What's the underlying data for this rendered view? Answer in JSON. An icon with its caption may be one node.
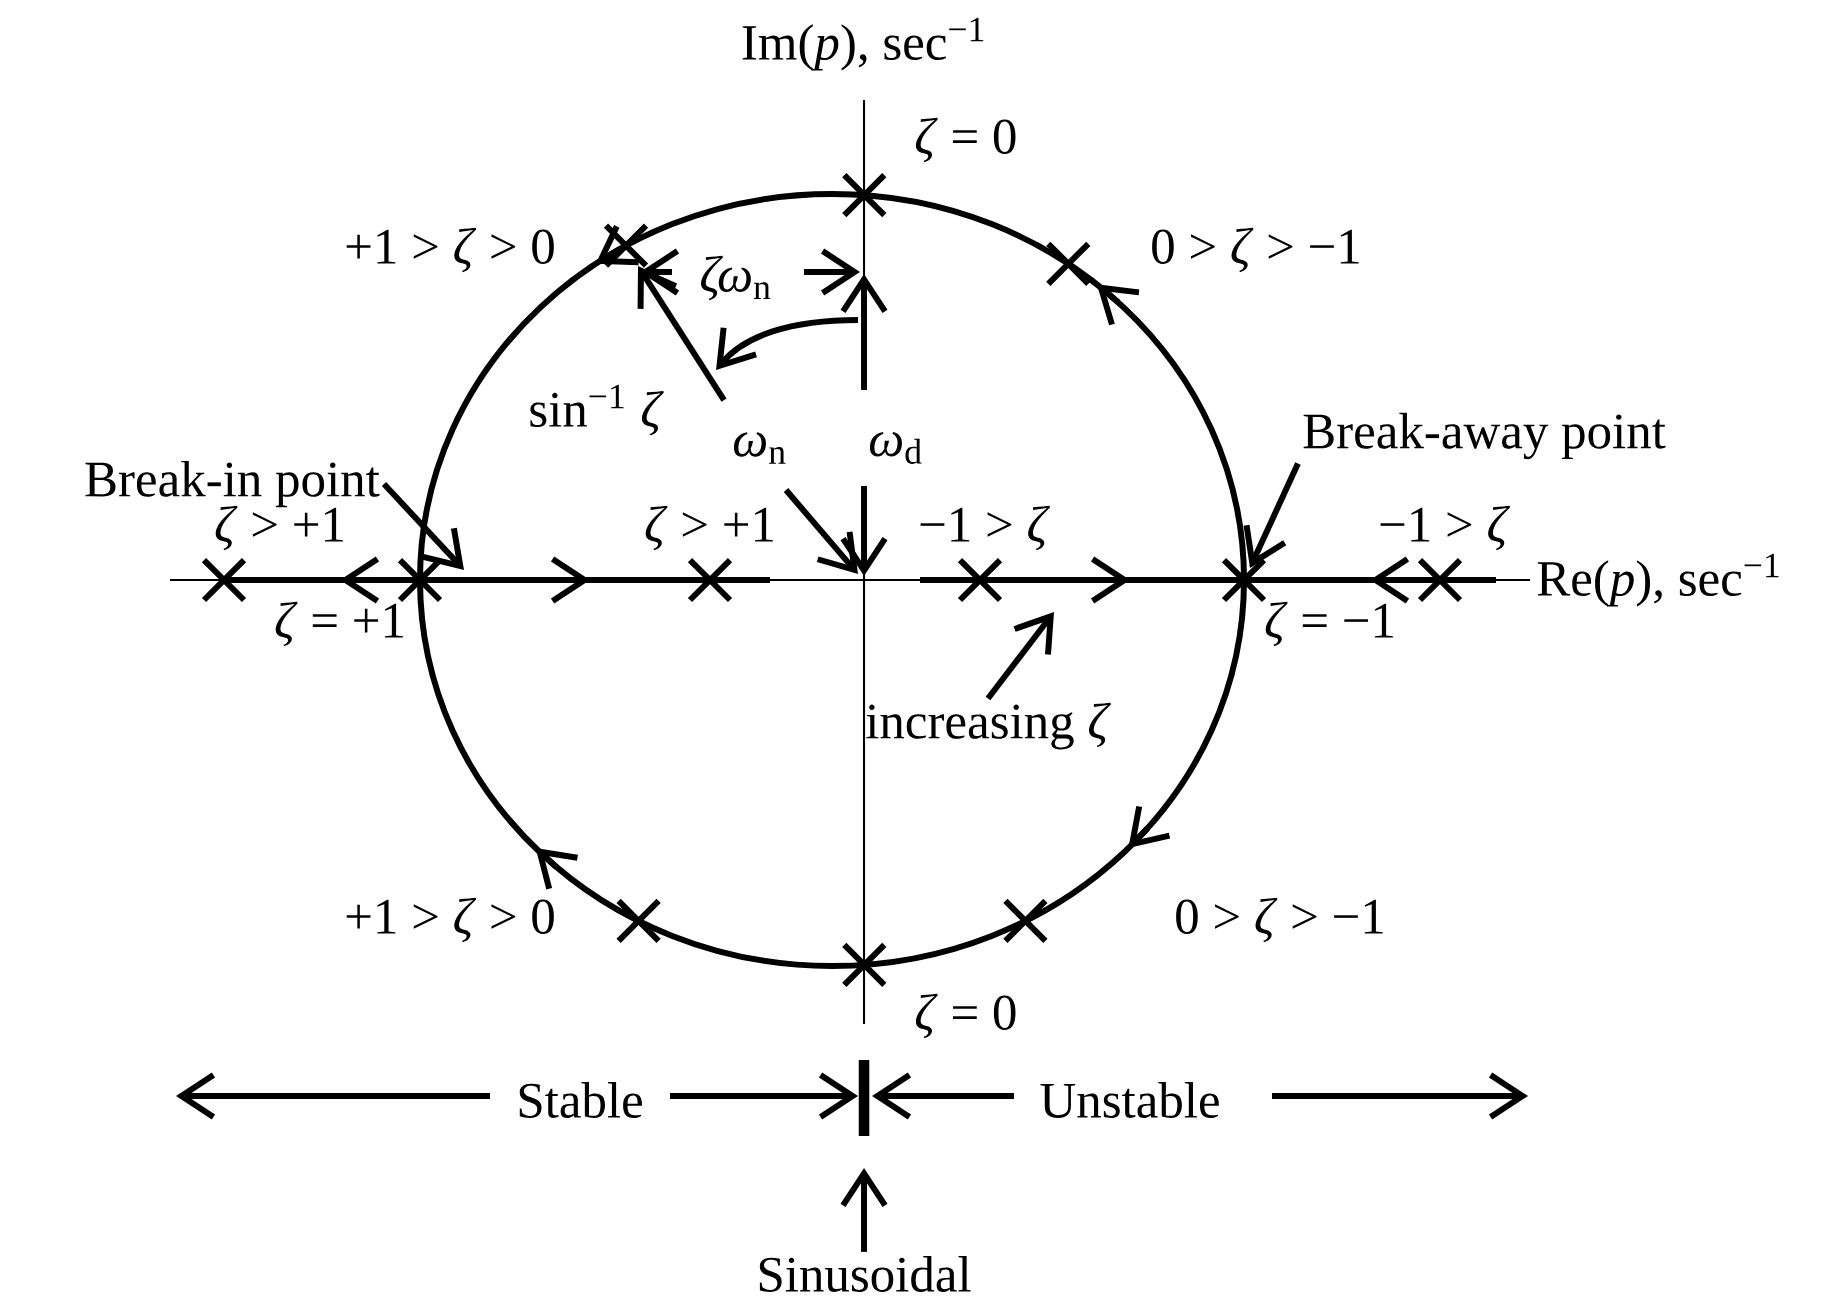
{
  "diagram": {
    "nodes": [
      {
        "text": [
          "Break-in point"
        ]
      },
      {
        "text": [
          "Break-away point"
        ]
      },
      {
        "text": [
          "increasing *ζ*"
        ]
      },
      {
        "text": [
          "Sinusoidal"
        ]
      }
    ],
    "edges": [
      {
        "from": 0,
        "to": null,
        "arrow": "to"
      },
      {
        "from": 1,
        "to": null,
        "arrow": "to"
      },
      {
        "from": 2,
        "to": null,
        "arrow": "to"
      },
      {
        "from": 3,
        "to": null,
        "arrow": "to"
      }
    ],
    "labels": [
      "Im(*p*), sec$^{−1}$",
      "*ζ* = 0",
      "+1 > *ζ* > 0",
      "0 > *ζ* > −1",
      "*ζω*$_{n}$",
      "sin$^{−1}$ *ζ*",
      "*ω*$_{n}$",
      "*ω*$_{d}$",
      "*ζ* > +1",
      "*ζ* > +1",
      "−1 > *ζ*",
      "−1 > *ζ*",
      "Re(*p*), sec$^{−1}$",
      "*ζ* = +1",
      "*ζ* = −1",
      "+1 > *ζ* > 0",
      "0 > *ζ* > −1",
      "*ζ* = 0",
      "Stable",
      "Unstable"
    ]
  }
}
